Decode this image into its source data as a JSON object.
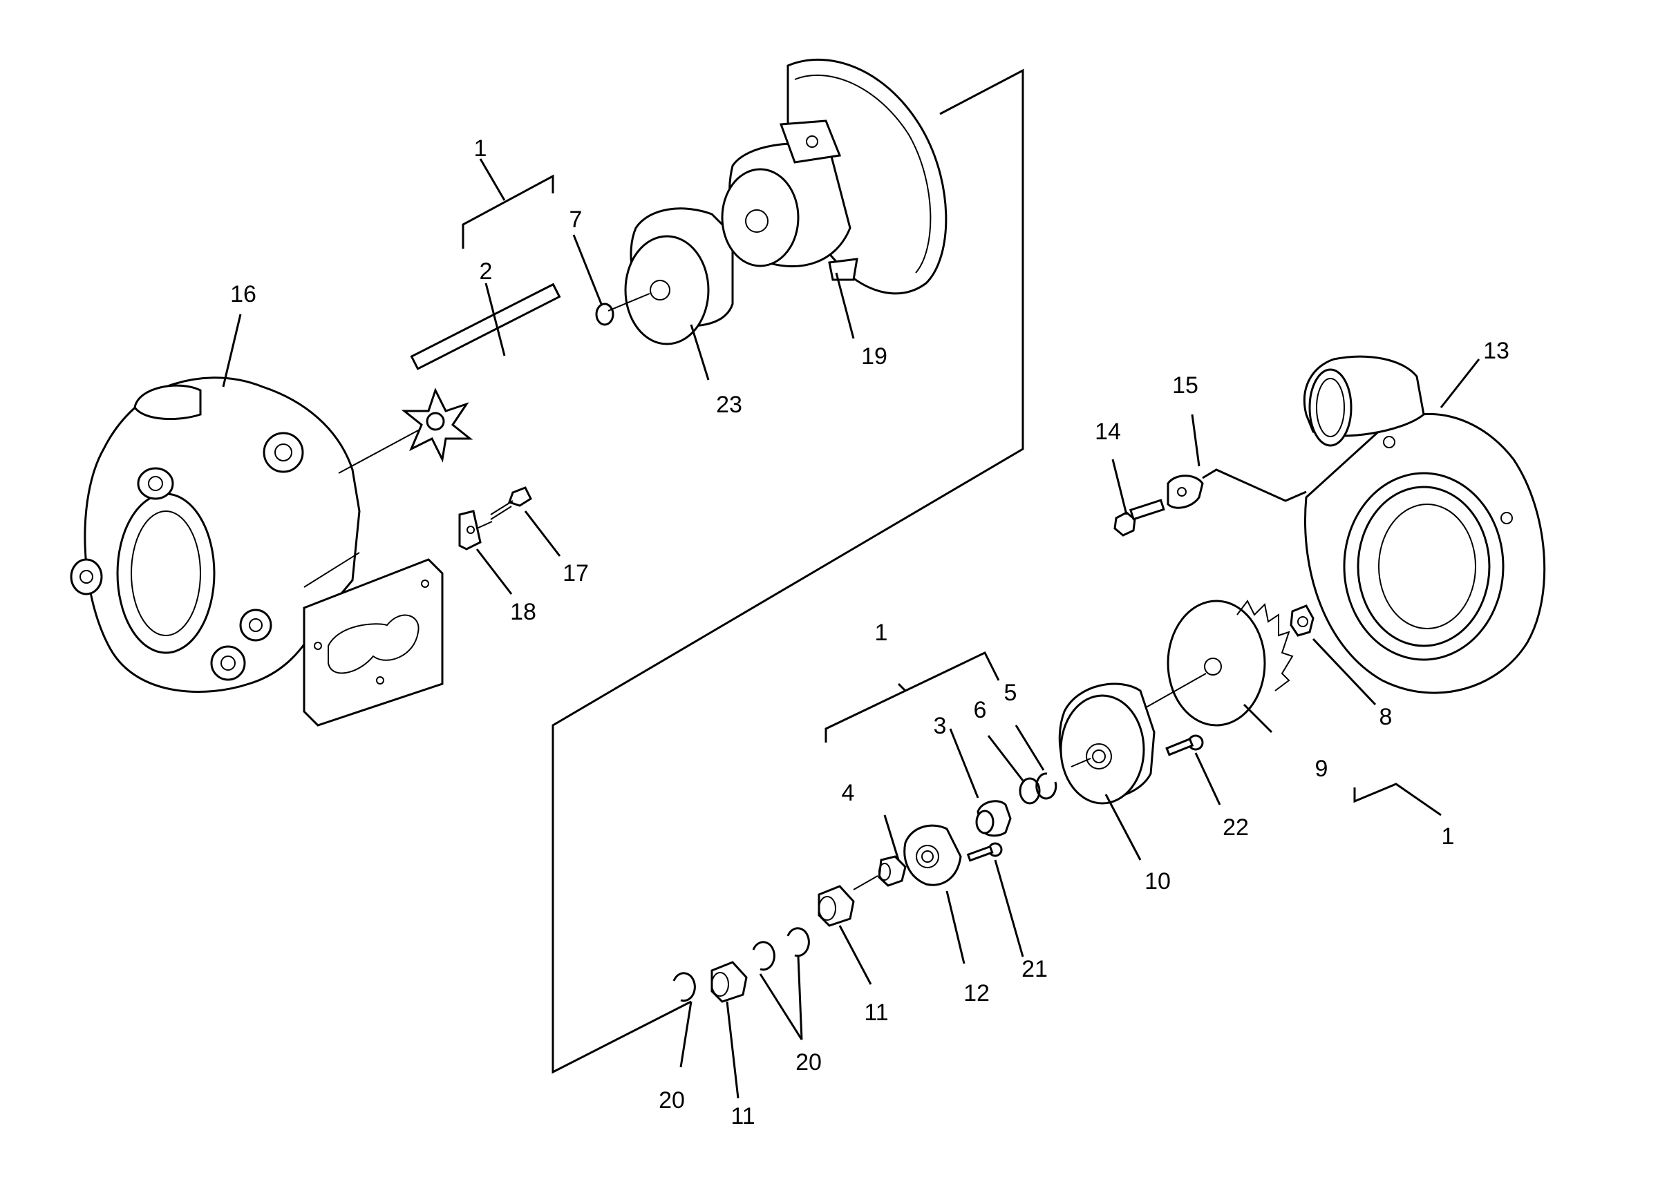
{
  "figure": {
    "labels": [
      {
        "id": "lbl-1-top",
        "text": "1"
      },
      {
        "id": "lbl-7",
        "text": "7"
      },
      {
        "id": "lbl-2",
        "text": "2"
      },
      {
        "id": "lbl-16",
        "text": "16"
      },
      {
        "id": "lbl-23",
        "text": "23"
      },
      {
        "id": "lbl-19",
        "text": "19"
      },
      {
        "id": "lbl-17",
        "text": "17"
      },
      {
        "id": "lbl-18",
        "text": "18"
      },
      {
        "id": "lbl-13",
        "text": "13"
      },
      {
        "id": "lbl-15",
        "text": "15"
      },
      {
        "id": "lbl-14",
        "text": "14"
      },
      {
        "id": "lbl-1-mid",
        "text": "1"
      },
      {
        "id": "lbl-3",
        "text": "3"
      },
      {
        "id": "lbl-6",
        "text": "6"
      },
      {
        "id": "lbl-5",
        "text": "5"
      },
      {
        "id": "lbl-4",
        "text": "4"
      },
      {
        "id": "lbl-8",
        "text": "8"
      },
      {
        "id": "lbl-9",
        "text": "9"
      },
      {
        "id": "lbl-1-right",
        "text": "1"
      },
      {
        "id": "lbl-22",
        "text": "22"
      },
      {
        "id": "lbl-10",
        "text": "10"
      },
      {
        "id": "lbl-21",
        "text": "21"
      },
      {
        "id": "lbl-12",
        "text": "12"
      },
      {
        "id": "lbl-11-mid",
        "text": "11"
      },
      {
        "id": "lbl-20-mid",
        "text": "20"
      },
      {
        "id": "lbl-20-low",
        "text": "20"
      },
      {
        "id": "lbl-11-low",
        "text": "11"
      }
    ]
  }
}
